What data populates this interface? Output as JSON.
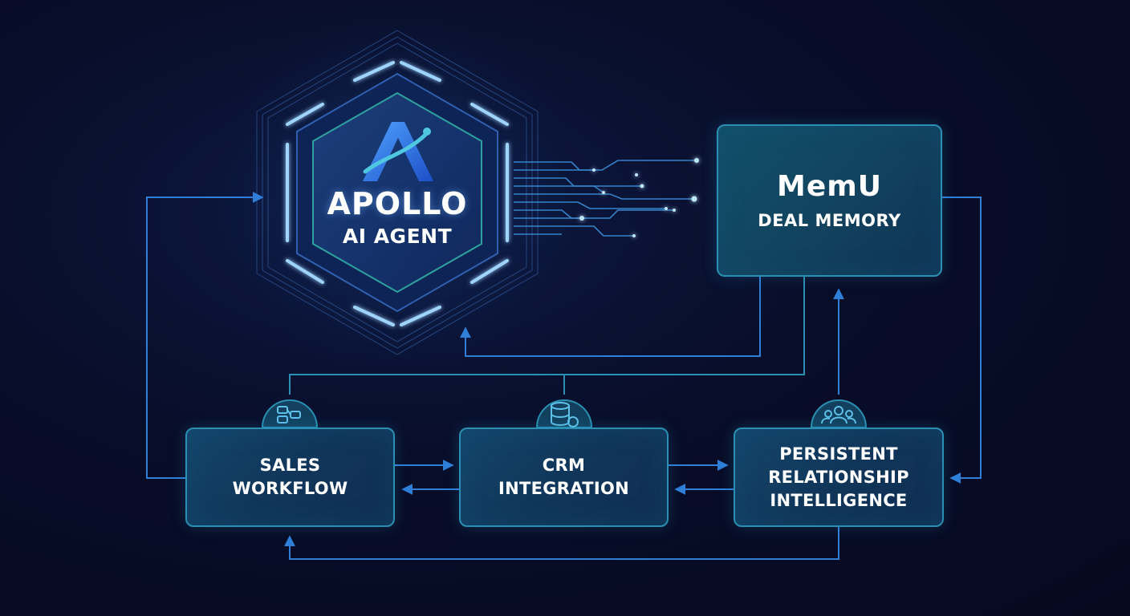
{
  "agent": {
    "title": "APOLLO",
    "subtitle": "AI AGENT"
  },
  "memory": {
    "title": "MemU",
    "subtitle": "DEAL MEMORY"
  },
  "nodes": {
    "sales": {
      "lines": [
        "SALES",
        "WORKFLOW"
      ]
    },
    "crm": {
      "lines": [
        "CRM",
        "INTEGRATION"
      ]
    },
    "persistent": {
      "lines": [
        "PERSISTENT",
        "RELATIONSHIP",
        "INTELLIGENCE"
      ]
    }
  },
  "icons": {
    "agent_logo": "apollo-logo-icon",
    "sales": "workflow-icon",
    "crm": "database-sync-icon",
    "persistent": "people-group-icon"
  },
  "colors": {
    "background": "#070b22",
    "line": "#2a8fb0",
    "arrow_blue": "#2f7fd8",
    "hex_glow": "#6fb8ff",
    "box_fill": "#124560",
    "text": "#ffffff"
  }
}
